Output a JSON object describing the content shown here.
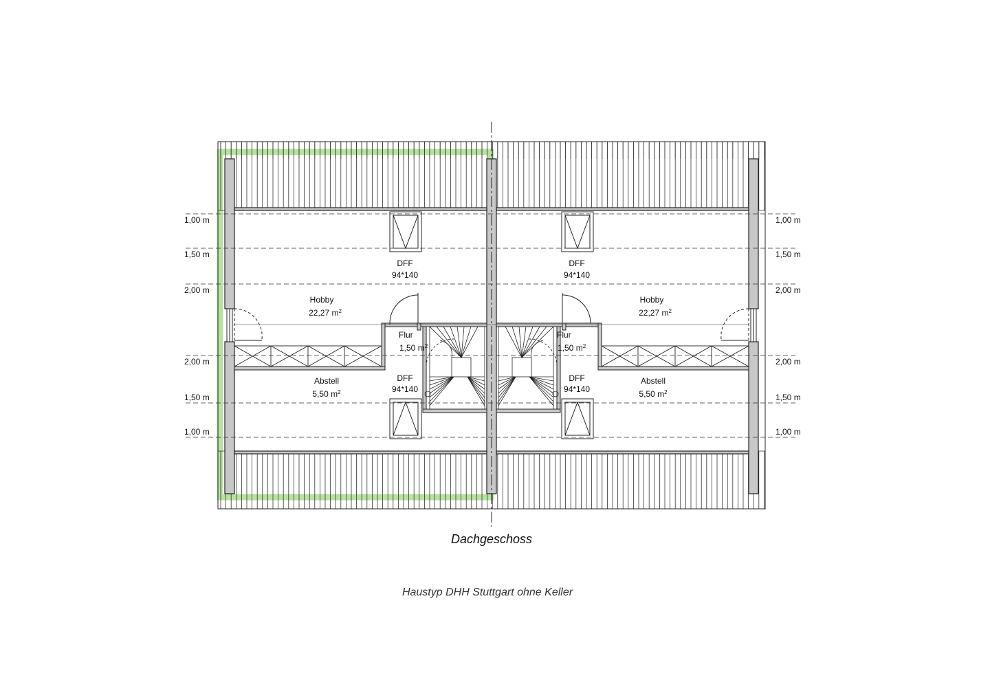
{
  "drawing": {
    "floor_title": "Dachgeschoss",
    "house_type": "Haustyp DHH Stuttgart ohne Keller"
  },
  "heights": {
    "left": [
      "1,00 m",
      "1,50 m",
      "2,00 m",
      "2,00 m",
      "1,50 m",
      "1,00 m"
    ],
    "right": [
      "1,00 m",
      "1,50 m",
      "2,00 m",
      "2,00 m",
      "1,50 m",
      "1,00 m"
    ]
  },
  "units": [
    {
      "side": "left",
      "hobby": {
        "name": "Hobby",
        "area": "22,27 m",
        "unit_sup": "2"
      },
      "flur": {
        "name": "Flur",
        "area": "1,50 m",
        "unit_sup": "2"
      },
      "abstell": {
        "name": "Abstell",
        "area": "5,50 m",
        "unit_sup": "2"
      },
      "dff_top": {
        "name": "DFF",
        "size": "94*140"
      },
      "dff_bottom": {
        "name": "DFF",
        "size": "94*140"
      }
    },
    {
      "side": "right",
      "hobby": {
        "name": "Hobby",
        "area": "22,27 m",
        "unit_sup": "2"
      },
      "flur": {
        "name": "Flur",
        "area": "1,50 m",
        "unit_sup": "2"
      },
      "abstell": {
        "name": "Abstell",
        "area": "5,50 m",
        "unit_sup": "2"
      },
      "dff_top": {
        "name": "DFF",
        "size": "94*140"
      },
      "dff_bottom": {
        "name": "DFF",
        "size": "94*140"
      }
    }
  ],
  "colors": {
    "wall_fill": "#c8c8c8",
    "line": "#222222",
    "highlight": "#b7e2a0"
  }
}
